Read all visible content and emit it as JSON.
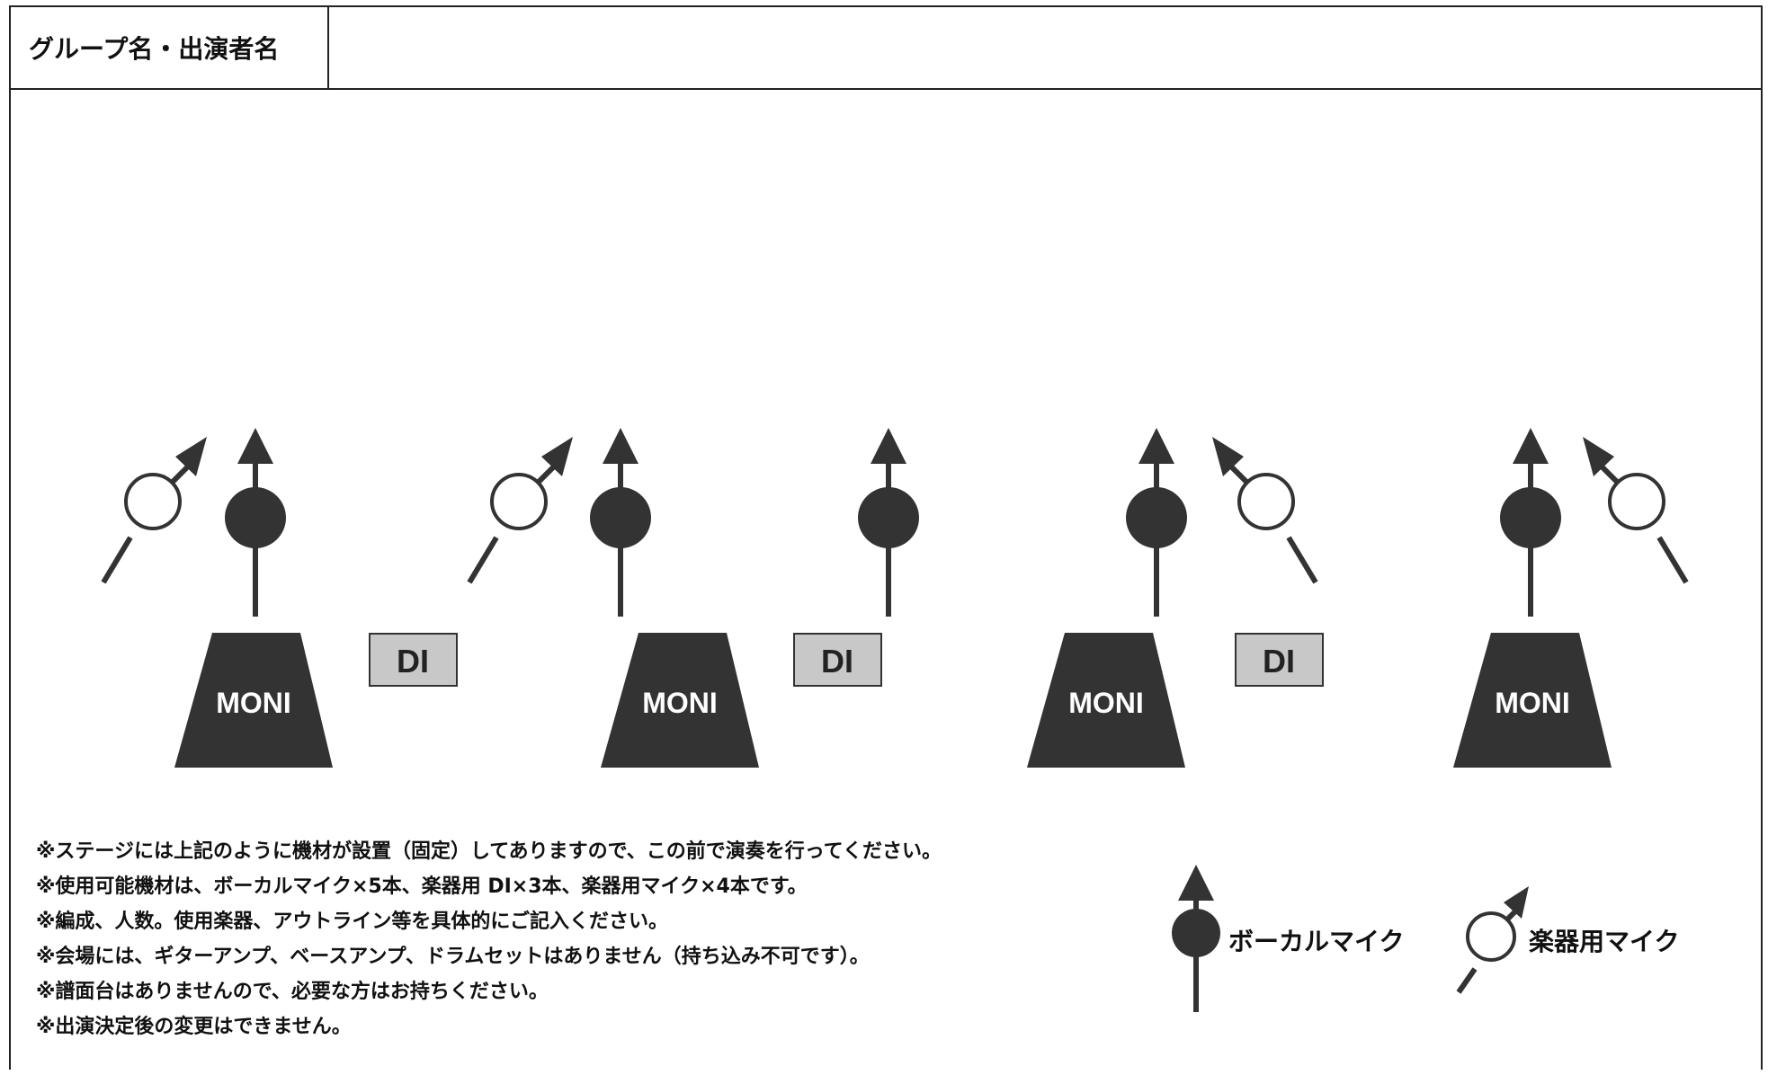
{
  "header": {
    "label": "グループ名・出演者名",
    "value": ""
  },
  "stage": {
    "monitors": [
      {
        "label": "MONI"
      },
      {
        "label": "MONI"
      },
      {
        "label": "MONI"
      },
      {
        "label": "MONI"
      }
    ],
    "di_boxes": [
      {
        "label": "DI"
      },
      {
        "label": "DI"
      },
      {
        "label": "DI"
      }
    ],
    "vocal_mics": 5,
    "instrument_mics": 4,
    "icons": {
      "vocal_mic": "filled-circle-arrow-up-icon",
      "instrument_mic": "hollow-circle-diagonal-arrow-icon"
    },
    "colors": {
      "shape_fill": "#333333",
      "di_fill": "#c8c8c8",
      "line": "#222222"
    }
  },
  "notes": [
    "※ステージには上記のように機材が設置（固定）してありますので、この前で演奏を行ってください。",
    "※使用可能機材は、ボーカルマイク×5本、楽器用 DI×3本、楽器用マイク×4本です。",
    "※編成、人数。使用楽器、アウトライン等を具体的にご記入ください。",
    "※会場には、ギターアンプ、ベースアンプ、ドラムセットはありません（持ち込み不可です）。",
    "※譜面台はありませんので、必要な方はお持ちください。",
    "※出演決定後の変更はできません。"
  ],
  "legend": {
    "vocal_mic_label": "ボーカルマイク",
    "instrument_mic_label": "楽器用マイク"
  }
}
